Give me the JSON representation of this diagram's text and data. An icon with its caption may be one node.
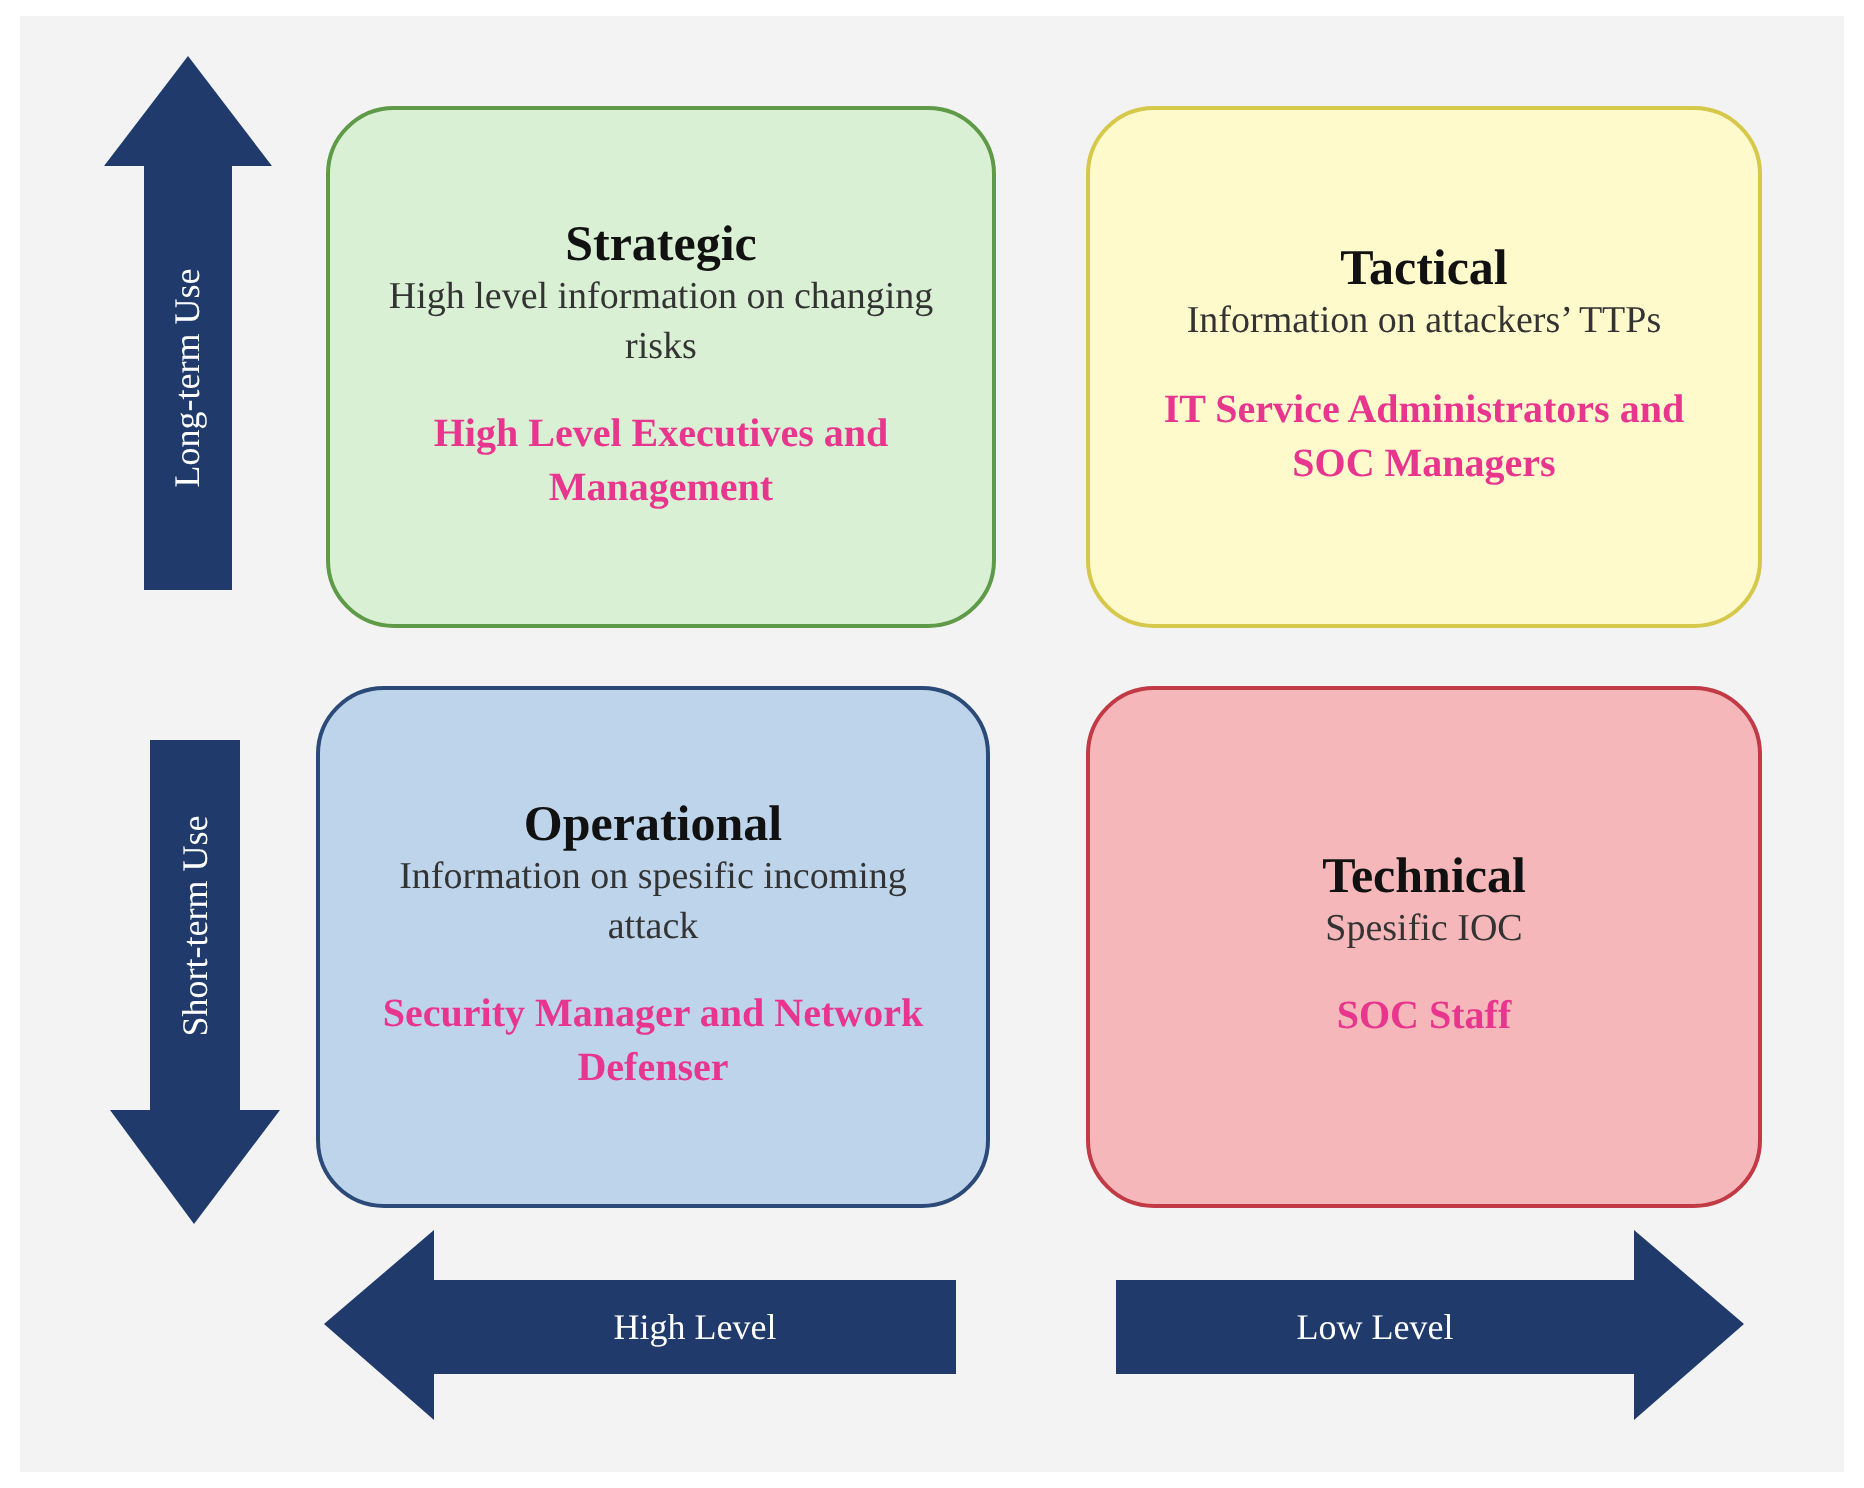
{
  "diagram": {
    "nodes": [
      {
        "text": [
          "Long-term Use"
        ]
      },
      {
        "text": [
          "Strategic",
          "High level information on changing risks",
          "High Level Executives and Management"
        ]
      },
      {
        "text": [
          "Tactical",
          "Information on attackers’ TTPs",
          "IT Service Administrators and SOC Managers"
        ]
      },
      {
        "text": [
          "Short-term Use"
        ]
      },
      {
        "text": [
          "Operational",
          "Information on spesific incoming attack",
          "Security Manager and Network Defenser"
        ]
      },
      {
        "text": [
          "Technical",
          "Spesific IOC",
          "SOC Staff"
        ]
      },
      {
        "text": [
          "High Level"
        ]
      },
      {
        "text": [
          "Low Level"
        ]
      }
    ],
    "edges": []
  }
}
